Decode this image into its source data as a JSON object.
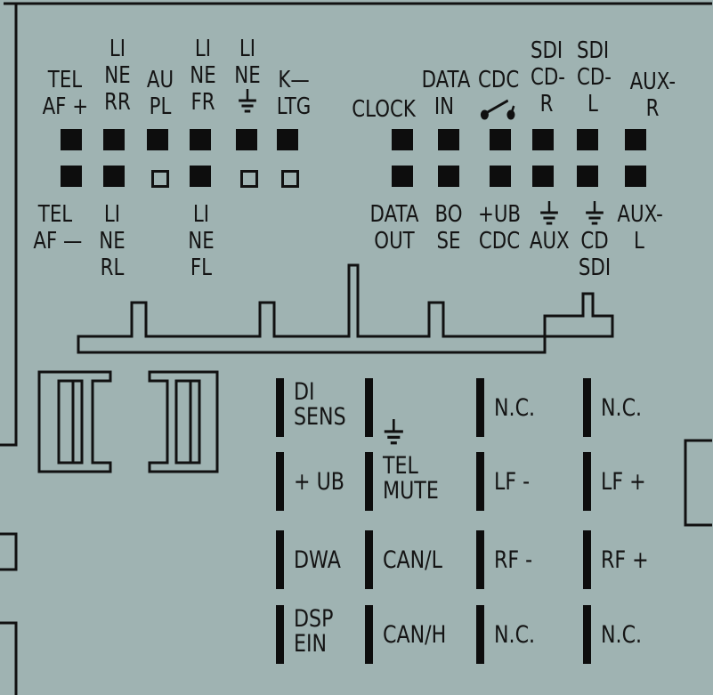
{
  "top_labels": [
    {
      "id": "tel-af-plus",
      "lines": [
        "TEL",
        "AF +"
      ]
    },
    {
      "id": "line-rr",
      "lines": [
        "LI",
        "NE",
        "RR"
      ]
    },
    {
      "id": "au-pl",
      "lines": [
        "AU",
        "PL"
      ]
    },
    {
      "id": "line-fr",
      "lines": [
        "LI",
        "NE",
        "FR"
      ]
    },
    {
      "id": "line-gnd",
      "lines": [
        "LI",
        "NE"
      ]
    },
    {
      "id": "k-ltg",
      "lines": [
        "K—",
        "LTG"
      ]
    },
    {
      "id": "clock",
      "lines": [
        "CLOCK"
      ]
    },
    {
      "id": "data-in",
      "lines": [
        "DATA",
        "IN"
      ]
    },
    {
      "id": "cdc",
      "lines": [
        "CDC"
      ]
    },
    {
      "id": "sdi-cd-r",
      "lines": [
        "SDI",
        "CD-",
        "R"
      ]
    },
    {
      "id": "sdi-cd-l",
      "lines": [
        "SDI",
        "CD-",
        "L"
      ]
    },
    {
      "id": "aux-r",
      "lines": [
        "AUX-",
        "R"
      ]
    }
  ],
  "bottom_labels": [
    {
      "id": "tel-af-minus",
      "lines": [
        "TEL",
        "AF —"
      ]
    },
    {
      "id": "line-rl",
      "lines": [
        "LI",
        "NE",
        "RL"
      ]
    },
    {
      "id": "line-fl",
      "lines": [
        "LI",
        "NE",
        "FL"
      ]
    },
    {
      "id": "data-out",
      "lines": [
        "DATA",
        "OUT"
      ]
    },
    {
      "id": "bo-se",
      "lines": [
        "BO",
        "SE"
      ]
    },
    {
      "id": "ub-cdc",
      "lines": [
        "+UB",
        "CDC"
      ]
    },
    {
      "id": "gnd-aux",
      "lines": [
        "AUX"
      ]
    },
    {
      "id": "gnd-cd-sdi",
      "lines": [
        "CD",
        "SDI"
      ]
    },
    {
      "id": "aux-l",
      "lines": [
        "AUX-",
        "L"
      ]
    }
  ],
  "power_pins": [
    {
      "id": "di-sens",
      "lines": [
        "DI",
        "SENS"
      ]
    },
    {
      "id": "ground",
      "lines": [
        ""
      ]
    },
    {
      "id": "nc-1",
      "lines": [
        "N.C."
      ]
    },
    {
      "id": "nc-2",
      "lines": [
        "N.C."
      ]
    },
    {
      "id": "plus-ub",
      "lines": [
        "+ UB"
      ]
    },
    {
      "id": "tel-mute",
      "lines": [
        "TEL",
        "MUTE"
      ]
    },
    {
      "id": "lf-minus",
      "lines": [
        "LF -"
      ]
    },
    {
      "id": "lf-plus",
      "lines": [
        "LF +"
      ]
    },
    {
      "id": "dwa",
      "lines": [
        "DWA"
      ]
    },
    {
      "id": "can-l",
      "lines": [
        "CAN/L"
      ]
    },
    {
      "id": "rf-minus",
      "lines": [
        "RF -"
      ]
    },
    {
      "id": "rf-plus",
      "lines": [
        "RF +"
      ]
    },
    {
      "id": "dsp-ein",
      "lines": [
        "DSP",
        "EIN"
      ]
    },
    {
      "id": "can-h",
      "lines": [
        "CAN/H"
      ]
    },
    {
      "id": "nc-3",
      "lines": [
        "N.C."
      ]
    },
    {
      "id": "nc-4",
      "lines": [
        "N.C."
      ]
    }
  ],
  "pin_grid": {
    "top_row": [
      "filled",
      "filled",
      "filled",
      "filled",
      "filled",
      "filled",
      "filled",
      "filled",
      "filled",
      "filled",
      "filled",
      "filled"
    ],
    "bottom_row": [
      "filled",
      "filled",
      "hollow",
      "filled",
      "hollow",
      "hollow",
      "filled",
      "filled",
      "filled",
      "filled",
      "filled",
      "filled"
    ]
  },
  "colors": {
    "background": "#9fb3b2",
    "ink": "#111111"
  }
}
